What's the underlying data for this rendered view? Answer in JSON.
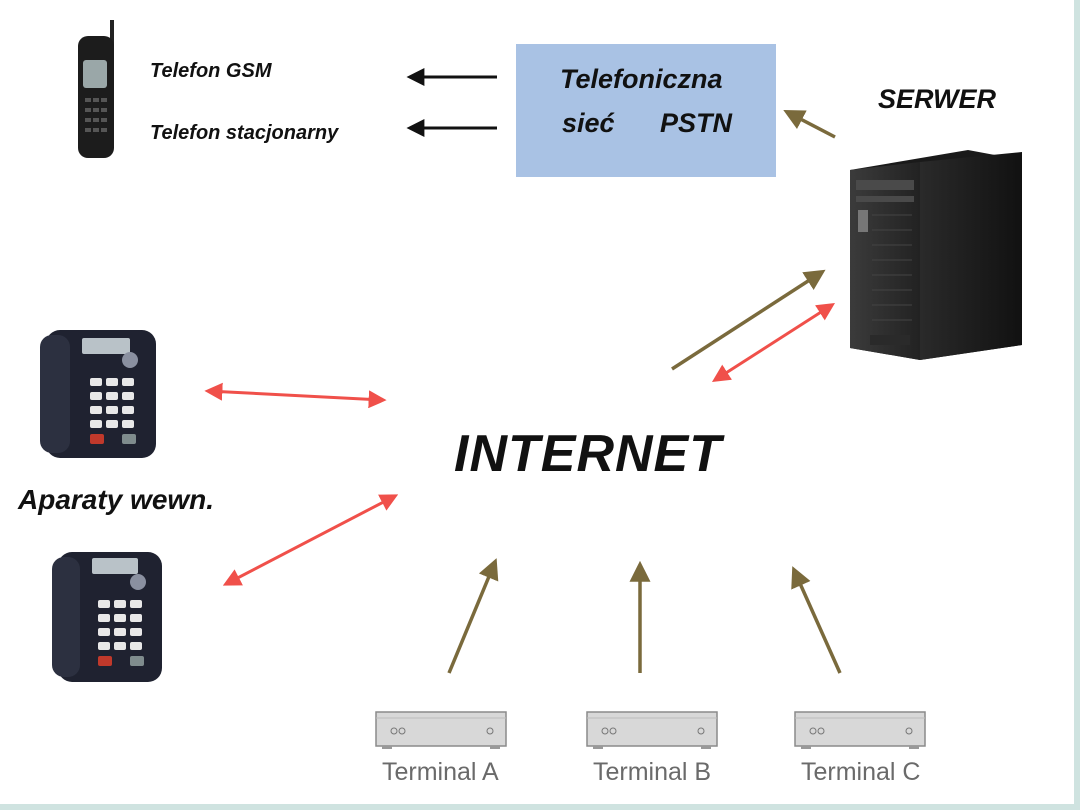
{
  "labels": {
    "gsm_phone": "Telefon GSM",
    "landline_phone": "Telefon stacjonarny",
    "pstn_line1": "Telefoniczna",
    "pstn_line2_a": "sieć",
    "pstn_line2_b": "PSTN",
    "server": "SERWER",
    "internet": "INTERNET",
    "internal_phones": "Aparaty wewn.",
    "terminal_a": "Terminal A",
    "terminal_b": "Terminal B",
    "terminal_c": "Terminal C"
  },
  "colors": {
    "pstn_box": "#a9c2e4",
    "arrow_black": "#111111",
    "arrow_brown": "#7a6a3c",
    "arrow_red": "#f0504a",
    "terminal_text": "#6a6a6a"
  },
  "icons": {
    "mobile": "mobile-phone-icon",
    "server": "server-tower-icon",
    "desk_phone": "desk-phone-icon",
    "terminal": "terminal-device-icon"
  }
}
